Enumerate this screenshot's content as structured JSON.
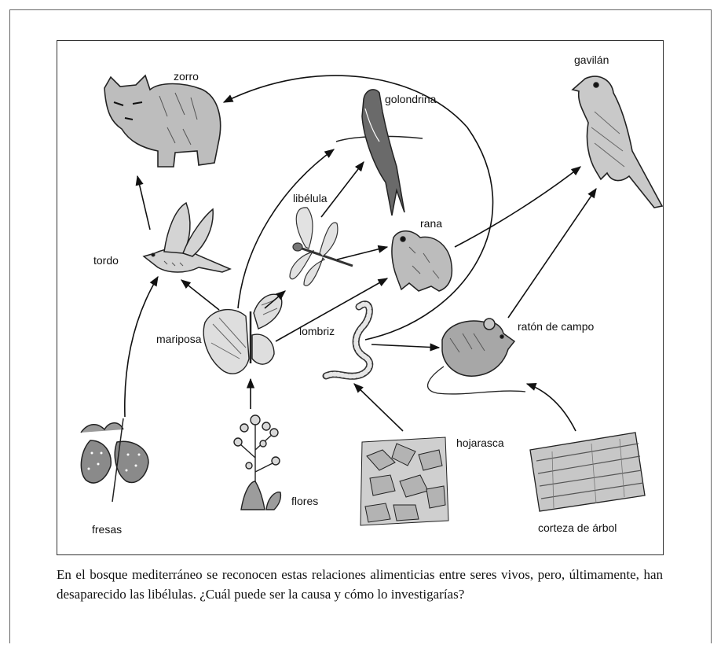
{
  "labels": {
    "zorro": "zorro",
    "gavilan": "gavilán",
    "golondrina": "golondrina",
    "libelula": "libélula",
    "rana": "rana",
    "tordo": "tordo",
    "mariposa": "mariposa",
    "lombriz": "lombriz",
    "raton": "ratón de campo",
    "hojarasca": "hojarasca",
    "fresas": "fresas",
    "flores": "flores",
    "corteza": "corteza de árbol"
  },
  "caption": "En el bosque mediterráneo se reconocen estas relaciones alimenticias entre seres vivos, pero, últimamente, han desaparecido las libélulas. ¿Cuál puede ser la causa y cómo lo investigarías?",
  "food_web": [
    {
      "from": "fresas",
      "to": "tordo"
    },
    {
      "from": "flores",
      "to": "mariposa"
    },
    {
      "from": "hojarasca",
      "to": "lombriz"
    },
    {
      "from": "corteza de árbol",
      "to": "ratón de campo"
    },
    {
      "from": "mariposa",
      "to": "tordo"
    },
    {
      "from": "mariposa",
      "to": "libélula"
    },
    {
      "from": "mariposa",
      "to": "golondrina"
    },
    {
      "from": "mariposa",
      "to": "rana"
    },
    {
      "from": "libélula",
      "to": "golondrina"
    },
    {
      "from": "libélula",
      "to": "rana"
    },
    {
      "from": "tordo",
      "to": "zorro"
    },
    {
      "from": "lombriz",
      "to": "zorro"
    },
    {
      "from": "lombriz",
      "to": "ratón de campo"
    },
    {
      "from": "rana",
      "to": "gavilán"
    },
    {
      "from": "ratón de campo",
      "to": "gavilán"
    }
  ]
}
